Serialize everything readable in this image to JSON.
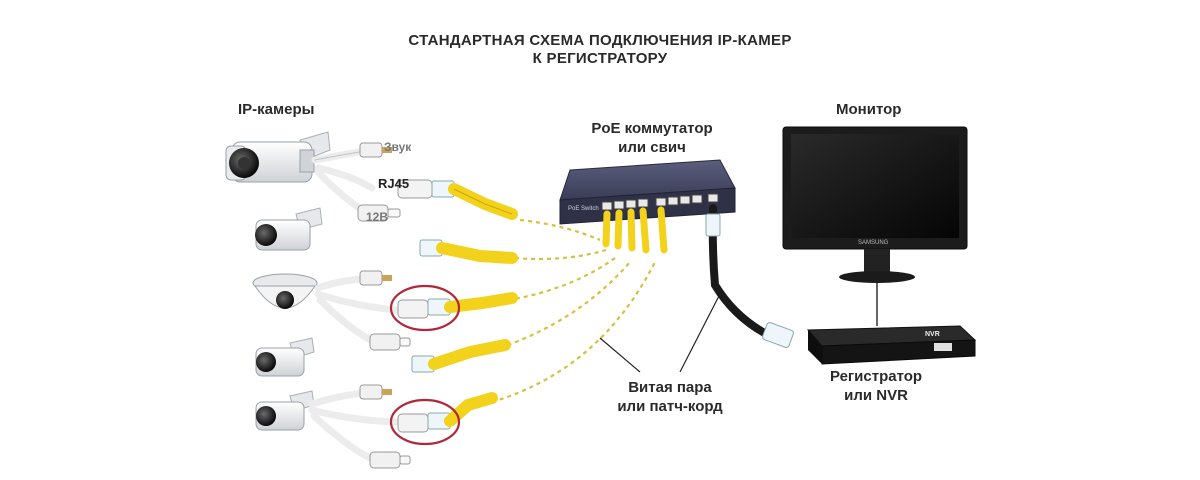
{
  "title": {
    "line1": "СТАНДАРТНАЯ СХЕМА ПОДКЛЮЧЕНИЯ IP-КАМЕР",
    "line2": "К РЕГИСТРАТОРУ"
  },
  "labels": {
    "cameras": "IP-камеры",
    "sound": "Звук",
    "rj45": "RJ45",
    "power": "12В",
    "switch_line1": "PoE коммутатор",
    "switch_line2": "или свич",
    "monitor": "Монитор",
    "twisted_line1": "Витая пара",
    "twisted_line2": "или патч-корд",
    "recorder_line1": "Регистратор",
    "recorder_line2": "или NVR"
  },
  "device_text": {
    "switch_brand": "PoE Switch",
    "monitor_brand": "SAMSUNG",
    "nvr_badge": "NVR"
  },
  "colors": {
    "cable": "#f2d21b",
    "cable_dark": "#c9a800",
    "highlight_circle": "#b0283a",
    "switch_body": "#3d3f5a",
    "monitor_body": "#1c1c1c",
    "nvr_body": "#141414"
  }
}
